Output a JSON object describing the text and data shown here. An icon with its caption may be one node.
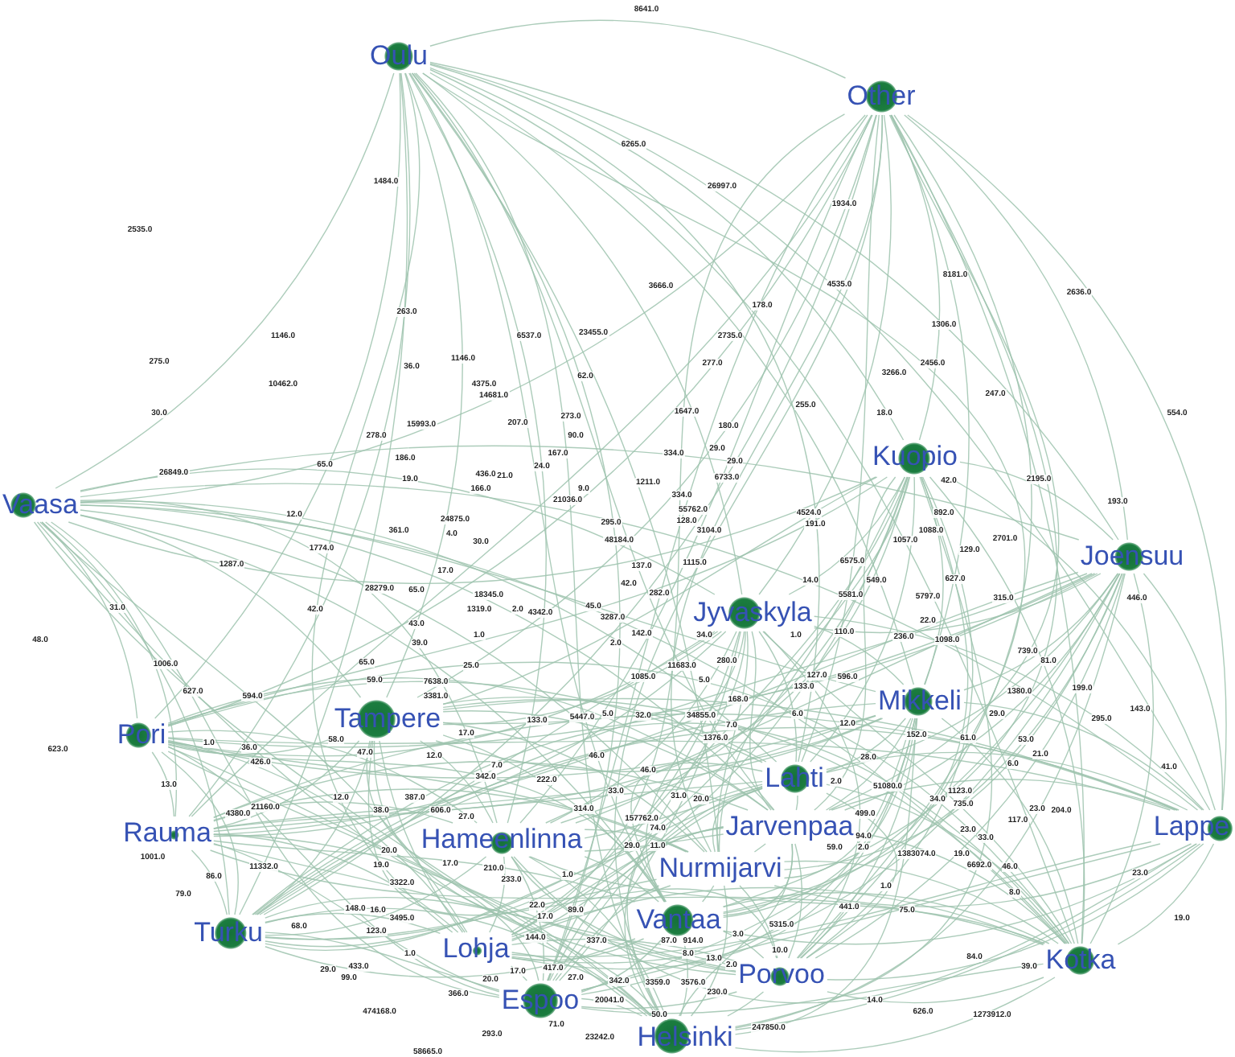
{
  "diagram": {
    "nodes": [
      {
        "text": [
          "Oulu"
        ]
      },
      {
        "text": [
          "Other"
        ]
      },
      {
        "text": [
          "Kuopio"
        ]
      },
      {
        "text": [
          "Vaasa"
        ]
      },
      {
        "text": [
          "Joensuu"
        ]
      },
      {
        "text": [
          "Jyvaskyla"
        ]
      },
      {
        "text": [
          "Mikkeli"
        ]
      },
      {
        "text": [
          "Tampere"
        ]
      },
      {
        "text": [
          "Pori"
        ]
      },
      {
        "text": [
          "Lahti"
        ]
      },
      {
        "text": [
          "Rauma"
        ]
      },
      {
        "text": [
          "Jarvenpaa"
        ]
      },
      {
        "text": [
          "Lappe"
        ]
      },
      {
        "text": [
          "Hameenlinna"
        ]
      },
      {
        "text": [
          "Nurmijarvi"
        ]
      },
      {
        "text": [
          "Vantaa"
        ]
      },
      {
        "text": [
          "Turku"
        ]
      },
      {
        "text": [
          "Lohja"
        ]
      },
      {
        "text": [
          "Kotka"
        ]
      },
      {
        "text": [
          "Porvoo"
        ]
      },
      {
        "text": [
          "Espoo"
        ]
      },
      {
        "text": [
          "Helsinki"
        ]
      }
    ],
    "edges": [
      {
        "from": 0,
        "to": 1,
        "arrow": "none"
      },
      {
        "from": 0,
        "to": 2,
        "arrow": "none"
      },
      {
        "from": 0,
        "to": 3,
        "arrow": "none"
      },
      {
        "from": 0,
        "to": 4,
        "arrow": "none"
      },
      {
        "from": 0,
        "to": 5,
        "arrow": "none"
      },
      {
        "from": 0,
        "to": 6,
        "arrow": "none"
      },
      {
        "from": 0,
        "to": 7,
        "arrow": "none"
      },
      {
        "from": 0,
        "to": 8,
        "arrow": "none"
      },
      {
        "from": 0,
        "to": 9,
        "arrow": "none"
      },
      {
        "from": 0,
        "to": 10,
        "arrow": "none"
      },
      {
        "from": 0,
        "to": 11,
        "arrow": "none"
      },
      {
        "from": 0,
        "to": 12,
        "arrow": "none"
      },
      {
        "from": 0,
        "to": 13,
        "arrow": "none"
      },
      {
        "from": 0,
        "to": 14,
        "arrow": "none"
      },
      {
        "from": 0,
        "to": 15,
        "arrow": "none"
      },
      {
        "from": 0,
        "to": 16,
        "arrow": "none"
      },
      {
        "from": 0,
        "to": 17,
        "arrow": "none"
      },
      {
        "from": 0,
        "to": 18,
        "arrow": "none"
      },
      {
        "from": 0,
        "to": 19,
        "arrow": "none"
      },
      {
        "from": 0,
        "to": 20,
        "arrow": "none"
      },
      {
        "from": 0,
        "to": 21,
        "arrow": "none"
      },
      {
        "from": 1,
        "to": 2,
        "arrow": "none"
      },
      {
        "from": 1,
        "to": 3,
        "arrow": "none"
      },
      {
        "from": 1,
        "to": 4,
        "arrow": "none"
      },
      {
        "from": 1,
        "to": 5,
        "arrow": "none"
      },
      {
        "from": 1,
        "to": 6,
        "arrow": "none"
      },
      {
        "from": 1,
        "to": 7,
        "arrow": "none"
      },
      {
        "from": 1,
        "to": 8,
        "arrow": "none"
      },
      {
        "from": 1,
        "to": 9,
        "arrow": "none"
      },
      {
        "from": 1,
        "to": 10,
        "arrow": "none"
      },
      {
        "from": 1,
        "to": 11,
        "arrow": "none"
      },
      {
        "from": 1,
        "to": 12,
        "arrow": "none"
      },
      {
        "from": 1,
        "to": 13,
        "arrow": "none"
      },
      {
        "from": 1,
        "to": 14,
        "arrow": "none"
      },
      {
        "from": 1,
        "to": 15,
        "arrow": "none"
      },
      {
        "from": 1,
        "to": 16,
        "arrow": "none"
      },
      {
        "from": 1,
        "to": 17,
        "arrow": "none"
      },
      {
        "from": 1,
        "to": 18,
        "arrow": "none"
      },
      {
        "from": 1,
        "to": 19,
        "arrow": "none"
      },
      {
        "from": 1,
        "to": 20,
        "arrow": "none"
      },
      {
        "from": 1,
        "to": 21,
        "arrow": "none"
      },
      {
        "from": 2,
        "to": 3,
        "arrow": "none"
      },
      {
        "from": 2,
        "to": 4,
        "arrow": "none"
      },
      {
        "from": 2,
        "to": 5,
        "arrow": "none"
      },
      {
        "from": 2,
        "to": 6,
        "arrow": "none"
      },
      {
        "from": 2,
        "to": 7,
        "arrow": "none"
      },
      {
        "from": 2,
        "to": 8,
        "arrow": "none"
      },
      {
        "from": 2,
        "to": 9,
        "arrow": "none"
      },
      {
        "from": 2,
        "to": 10,
        "arrow": "none"
      },
      {
        "from": 2,
        "to": 11,
        "arrow": "none"
      },
      {
        "from": 2,
        "to": 12,
        "arrow": "none"
      },
      {
        "from": 2,
        "to": 13,
        "arrow": "none"
      },
      {
        "from": 2,
        "to": 14,
        "arrow": "none"
      },
      {
        "from": 2,
        "to": 15,
        "arrow": "none"
      },
      {
        "from": 2,
        "to": 16,
        "arrow": "none"
      },
      {
        "from": 2,
        "to": 17,
        "arrow": "none"
      },
      {
        "from": 2,
        "to": 18,
        "arrow": "none"
      },
      {
        "from": 2,
        "to": 19,
        "arrow": "none"
      },
      {
        "from": 2,
        "to": 20,
        "arrow": "none"
      },
      {
        "from": 2,
        "to": 21,
        "arrow": "none"
      },
      {
        "from": 3,
        "to": 4,
        "arrow": "none"
      },
      {
        "from": 3,
        "to": 5,
        "arrow": "none"
      },
      {
        "from": 3,
        "to": 6,
        "arrow": "none"
      },
      {
        "from": 3,
        "to": 7,
        "arrow": "none"
      },
      {
        "from": 3,
        "to": 8,
        "arrow": "none"
      },
      {
        "from": 3,
        "to": 9,
        "arrow": "none"
      },
      {
        "from": 3,
        "to": 10,
        "arrow": "none"
      },
      {
        "from": 3,
        "to": 11,
        "arrow": "none"
      },
      {
        "from": 3,
        "to": 12,
        "arrow": "none"
      },
      {
        "from": 3,
        "to": 13,
        "arrow": "none"
      },
      {
        "from": 3,
        "to": 14,
        "arrow": "none"
      },
      {
        "from": 3,
        "to": 15,
        "arrow": "none"
      },
      {
        "from": 3,
        "to": 16,
        "arrow": "none"
      },
      {
        "from": 3,
        "to": 17,
        "arrow": "none"
      },
      {
        "from": 3,
        "to": 18,
        "arrow": "none"
      },
      {
        "from": 3,
        "to": 19,
        "arrow": "none"
      },
      {
        "from": 3,
        "to": 20,
        "arrow": "none"
      },
      {
        "from": 3,
        "to": 21,
        "arrow": "none"
      },
      {
        "from": 4,
        "to": 5,
        "arrow": "none"
      },
      {
        "from": 4,
        "to": 6,
        "arrow": "none"
      },
      {
        "from": 4,
        "to": 7,
        "arrow": "none"
      },
      {
        "from": 4,
        "to": 8,
        "arrow": "none"
      },
      {
        "from": 4,
        "to": 9,
        "arrow": "none"
      },
      {
        "from": 4,
        "to": 10,
        "arrow": "none"
      },
      {
        "from": 4,
        "to": 11,
        "arrow": "none"
      },
      {
        "from": 4,
        "to": 12,
        "arrow": "none"
      },
      {
        "from": 4,
        "to": 13,
        "arrow": "none"
      },
      {
        "from": 4,
        "to": 14,
        "arrow": "none"
      },
      {
        "from": 4,
        "to": 15,
        "arrow": "none"
      },
      {
        "from": 4,
        "to": 16,
        "arrow": "none"
      },
      {
        "from": 4,
        "to": 17,
        "arrow": "none"
      },
      {
        "from": 4,
        "to": 18,
        "arrow": "none"
      },
      {
        "from": 4,
        "to": 19,
        "arrow": "none"
      },
      {
        "from": 4,
        "to": 20,
        "arrow": "none"
      },
      {
        "from": 4,
        "to": 21,
        "arrow": "none"
      },
      {
        "from": 5,
        "to": 6,
        "arrow": "none"
      },
      {
        "from": 5,
        "to": 7,
        "arrow": "none"
      },
      {
        "from": 5,
        "to": 8,
        "arrow": "none"
      },
      {
        "from": 5,
        "to": 9,
        "arrow": "none"
      },
      {
        "from": 5,
        "to": 10,
        "arrow": "none"
      },
      {
        "from": 5,
        "to": 11,
        "arrow": "none"
      },
      {
        "from": 5,
        "to": 12,
        "arrow": "none"
      },
      {
        "from": 5,
        "to": 13,
        "arrow": "none"
      },
      {
        "from": 5,
        "to": 14,
        "arrow": "none"
      },
      {
        "from": 5,
        "to": 15,
        "arrow": "none"
      },
      {
        "from": 5,
        "to": 16,
        "arrow": "none"
      },
      {
        "from": 5,
        "to": 17,
        "arrow": "none"
      },
      {
        "from": 5,
        "to": 18,
        "arrow": "none"
      },
      {
        "from": 5,
        "to": 19,
        "arrow": "none"
      },
      {
        "from": 5,
        "to": 20,
        "arrow": "none"
      },
      {
        "from": 5,
        "to": 21,
        "arrow": "none"
      },
      {
        "from": 6,
        "to": 7,
        "arrow": "none"
      },
      {
        "from": 6,
        "to": 8,
        "arrow": "none"
      },
      {
        "from": 6,
        "to": 9,
        "arrow": "none"
      },
      {
        "from": 6,
        "to": 10,
        "arrow": "none"
      },
      {
        "from": 6,
        "to": 11,
        "arrow": "none"
      },
      {
        "from": 6,
        "to": 12,
        "arrow": "none"
      },
      {
        "from": 6,
        "to": 13,
        "arrow": "none"
      },
      {
        "from": 6,
        "to": 14,
        "arrow": "none"
      },
      {
        "from": 6,
        "to": 15,
        "arrow": "none"
      },
      {
        "from": 6,
        "to": 16,
        "arrow": "none"
      },
      {
        "from": 6,
        "to": 17,
        "arrow": "none"
      },
      {
        "from": 6,
        "to": 18,
        "arrow": "none"
      },
      {
        "from": 6,
        "to": 19,
        "arrow": "none"
      },
      {
        "from": 6,
        "to": 20,
        "arrow": "none"
      },
      {
        "from": 6,
        "to": 21,
        "arrow": "none"
      },
      {
        "from": 7,
        "to": 8,
        "arrow": "none"
      },
      {
        "from": 7,
        "to": 9,
        "arrow": "none"
      },
      {
        "from": 7,
        "to": 10,
        "arrow": "none"
      },
      {
        "from": 7,
        "to": 11,
        "arrow": "none"
      },
      {
        "from": 7,
        "to": 12,
        "arrow": "none"
      },
      {
        "from": 7,
        "to": 13,
        "arrow": "none"
      },
      {
        "from": 7,
        "to": 14,
        "arrow": "none"
      },
      {
        "from": 7,
        "to": 15,
        "arrow": "none"
      },
      {
        "from": 7,
        "to": 16,
        "arrow": "none"
      },
      {
        "from": 7,
        "to": 17,
        "arrow": "none"
      },
      {
        "from": 7,
        "to": 18,
        "arrow": "none"
      },
      {
        "from": 7,
        "to": 19,
        "arrow": "none"
      },
      {
        "from": 7,
        "to": 20,
        "arrow": "none"
      },
      {
        "from": 7,
        "to": 21,
        "arrow": "none"
      },
      {
        "from": 8,
        "to": 9,
        "arrow": "none"
      },
      {
        "from": 8,
        "to": 10,
        "arrow": "none"
      },
      {
        "from": 8,
        "to": 11,
        "arrow": "none"
      },
      {
        "from": 8,
        "to": 12,
        "arrow": "none"
      },
      {
        "from": 8,
        "to": 13,
        "arrow": "none"
      },
      {
        "from": 8,
        "to": 14,
        "arrow": "none"
      },
      {
        "from": 8,
        "to": 15,
        "arrow": "none"
      },
      {
        "from": 8,
        "to": 16,
        "arrow": "none"
      },
      {
        "from": 8,
        "to": 17,
        "arrow": "none"
      },
      {
        "from": 8,
        "to": 18,
        "arrow": "none"
      },
      {
        "from": 8,
        "to": 19,
        "arrow": "none"
      },
      {
        "from": 8,
        "to": 20,
        "arrow": "none"
      },
      {
        "from": 8,
        "to": 21,
        "arrow": "none"
      },
      {
        "from": 9,
        "to": 10,
        "arrow": "none"
      },
      {
        "from": 9,
        "to": 11,
        "arrow": "none"
      },
      {
        "from": 9,
        "to": 12,
        "arrow": "none"
      },
      {
        "from": 9,
        "to": 13,
        "arrow": "none"
      },
      {
        "from": 9,
        "to": 14,
        "arrow": "none"
      },
      {
        "from": 9,
        "to": 15,
        "arrow": "none"
      },
      {
        "from": 9,
        "to": 16,
        "arrow": "none"
      },
      {
        "from": 9,
        "to": 17,
        "arrow": "none"
      },
      {
        "from": 9,
        "to": 18,
        "arrow": "none"
      },
      {
        "from": 9,
        "to": 19,
        "arrow": "none"
      },
      {
        "from": 9,
        "to": 20,
        "arrow": "none"
      },
      {
        "from": 9,
        "to": 21,
        "arrow": "none"
      },
      {
        "from": 10,
        "to": 11,
        "arrow": "none"
      },
      {
        "from": 10,
        "to": 12,
        "arrow": "none"
      },
      {
        "from": 10,
        "to": 13,
        "arrow": "none"
      },
      {
        "from": 10,
        "to": 14,
        "arrow": "none"
      },
      {
        "from": 10,
        "to": 15,
        "arrow": "none"
      },
      {
        "from": 10,
        "to": 16,
        "arrow": "none"
      },
      {
        "from": 10,
        "to": 17,
        "arrow": "none"
      },
      {
        "from": 10,
        "to": 18,
        "arrow": "none"
      },
      {
        "from": 10,
        "to": 19,
        "arrow": "none"
      },
      {
        "from": 10,
        "to": 20,
        "arrow": "none"
      },
      {
        "from": 10,
        "to": 21,
        "arrow": "none"
      },
      {
        "from": 11,
        "to": 12,
        "arrow": "none"
      },
      {
        "from": 11,
        "to": 13,
        "arrow": "none"
      },
      {
        "from": 11,
        "to": 14,
        "arrow": "none"
      },
      {
        "from": 11,
        "to": 15,
        "arrow": "none"
      },
      {
        "from": 11,
        "to": 16,
        "arrow": "none"
      },
      {
        "from": 11,
        "to": 17,
        "arrow": "none"
      },
      {
        "from": 11,
        "to": 18,
        "arrow": "none"
      },
      {
        "from": 11,
        "to": 19,
        "arrow": "none"
      },
      {
        "from": 11,
        "to": 20,
        "arrow": "none"
      },
      {
        "from": 11,
        "to": 21,
        "arrow": "none"
      },
      {
        "from": 12,
        "to": 13,
        "arrow": "none"
      },
      {
        "from": 12,
        "to": 14,
        "arrow": "none"
      },
      {
        "from": 12,
        "to": 15,
        "arrow": "none"
      },
      {
        "from": 12,
        "to": 16,
        "arrow": "none"
      },
      {
        "from": 12,
        "to": 17,
        "arrow": "none"
      },
      {
        "from": 12,
        "to": 18,
        "arrow": "none"
      },
      {
        "from": 12,
        "to": 19,
        "arrow": "none"
      },
      {
        "from": 12,
        "to": 20,
        "arrow": "none"
      },
      {
        "from": 12,
        "to": 21,
        "arrow": "none"
      },
      {
        "from": 13,
        "to": 14,
        "arrow": "none"
      },
      {
        "from": 13,
        "to": 15,
        "arrow": "none"
      },
      {
        "from": 13,
        "to": 16,
        "arrow": "none"
      },
      {
        "from": 13,
        "to": 17,
        "arrow": "none"
      },
      {
        "from": 13,
        "to": 18,
        "arrow": "none"
      },
      {
        "from": 13,
        "to": 19,
        "arrow": "none"
      },
      {
        "from": 13,
        "to": 20,
        "arrow": "none"
      },
      {
        "from": 13,
        "to": 21,
        "arrow": "none"
      },
      {
        "from": 14,
        "to": 15,
        "arrow": "none"
      },
      {
        "from": 14,
        "to": 16,
        "arrow": "none"
      },
      {
        "from": 14,
        "to": 17,
        "arrow": "none"
      },
      {
        "from": 14,
        "to": 18,
        "arrow": "none"
      },
      {
        "from": 14,
        "to": 19,
        "arrow": "none"
      },
      {
        "from": 14,
        "to": 20,
        "arrow": "none"
      },
      {
        "from": 14,
        "to": 21,
        "arrow": "none"
      },
      {
        "from": 15,
        "to": 16,
        "arrow": "none"
      },
      {
        "from": 15,
        "to": 17,
        "arrow": "none"
      },
      {
        "from": 15,
        "to": 18,
        "arrow": "none"
      },
      {
        "from": 15,
        "to": 19,
        "arrow": "none"
      },
      {
        "from": 15,
        "to": 20,
        "arrow": "none"
      },
      {
        "from": 15,
        "to": 21,
        "arrow": "none"
      },
      {
        "from": 16,
        "to": 17,
        "arrow": "none"
      },
      {
        "from": 16,
        "to": 18,
        "arrow": "none"
      },
      {
        "from": 16,
        "to": 19,
        "arrow": "none"
      },
      {
        "from": 16,
        "to": 20,
        "arrow": "none"
      },
      {
        "from": 16,
        "to": 21,
        "arrow": "none"
      },
      {
        "from": 17,
        "to": 18,
        "arrow": "none"
      },
      {
        "from": 17,
        "to": 19,
        "arrow": "none"
      },
      {
        "from": 17,
        "to": 20,
        "arrow": "none"
      },
      {
        "from": 17,
        "to": 21,
        "arrow": "none"
      },
      {
        "from": 18,
        "to": 19,
        "arrow": "none"
      },
      {
        "from": 18,
        "to": 20,
        "arrow": "none"
      },
      {
        "from": 18,
        "to": 21,
        "arrow": "none"
      },
      {
        "from": 19,
        "to": 20,
        "arrow": "none"
      },
      {
        "from": 19,
        "to": 21,
        "arrow": "none"
      },
      {
        "from": 20,
        "to": 21,
        "arrow": "none"
      }
    ],
    "labels": [
      "8641.0",
      "6265.0",
      "1484.0",
      "26997.0",
      "1934.0",
      "2535.0",
      "8181.0",
      "4535.0",
      "3666.0",
      "2636.0",
      "178.0",
      "263.0",
      "1306.0",
      "23455.0",
      "1146.0",
      "6537.0",
      "2735.0",
      "1146.0",
      "275.0",
      "2456.0",
      "277.0",
      "36.0",
      "3266.0",
      "62.0",
      "10462.0",
      "4375.0",
      "14681.0",
      "247.0",
      "255.0",
      "1647.0",
      "30.0",
      "18.0",
      "554.0",
      "273.0",
      "207.0",
      "15993.0",
      "180.0",
      "278.0",
      "90.0",
      "29.0",
      "167.0",
      "334.0",
      "186.0",
      "29.0",
      "65.0",
      "24.0",
      "26849.0",
      "436.0",
      "21.0",
      "6733.0",
      "19.0",
      "2195.0",
      "42.0",
      "1211.0",
      "9.0",
      "166.0",
      "334.0",
      "21036.0",
      "193.0",
      "55762.0",
      "4524.0",
      "892.0",
      "12.0",
      "24875.0",
      "128.0",
      "295.0",
      "191.0",
      "361.0",
      "3104.0",
      "1088.0",
      "4.0",
      "2701.0",
      "48184.0",
      "1057.0",
      "30.0",
      "1774.0",
      "129.0",
      "6575.0",
      "1115.0",
      "1287.0",
      "137.0",
      "17.0",
      "627.0",
      "549.0",
      "14.0",
      "42.0",
      "28279.0",
      "65.0",
      "282.0",
      "5581.0",
      "18345.0",
      "5797.0",
      "315.0",
      "446.0",
      "45.0",
      "31.0",
      "42.0",
      "1319.0",
      "2.0",
      "4342.0",
      "3287.0",
      "22.0",
      "43.0",
      "110.0",
      "142.0",
      "1.0",
      "1.0",
      "34.0",
      "236.0",
      "48.0",
      "1098.0",
      "39.0",
      "2.0",
      "739.0",
      "280.0",
      "81.0",
      "65.0",
      "1006.0",
      "25.0",
      "11683.0",
      "1085.0",
      "596.0",
      "5.0",
      "59.0",
      "7638.0",
      "127.0",
      "133.0",
      "199.0",
      "627.0",
      "1380.0",
      "594.0",
      "3381.0",
      "168.0",
      "143.0",
      "6.0",
      "29.0",
      "32.0",
      "34855.0",
      "5447.0",
      "5.0",
      "295.0",
      "133.0",
      "12.0",
      "7.0",
      "17.0",
      "152.0",
      "61.0",
      "1376.0",
      "53.0",
      "58.0",
      "1.0",
      "36.0",
      "623.0",
      "47.0",
      "21.0",
      "12.0",
      "46.0",
      "28.0",
      "426.0",
      "222.0",
      "6.0",
      "7.0",
      "41.0",
      "46.0",
      "342.0",
      "2.0",
      "13.0",
      "51080.0",
      "1123.0",
      "33.0",
      "31.0",
      "12.0",
      "34.0",
      "20.0",
      "735.0",
      "21160.0",
      "314.0",
      "23.0",
      "38.0",
      "387.0",
      "204.0",
      "606.0",
      "499.0",
      "4380.0",
      "27.0",
      "157762.0",
      "117.0",
      "74.0",
      "23.0",
      "94.0",
      "33.0",
      "59.0",
      "2.0",
      "29.0",
      "11.0",
      "20.0",
      "1001.0",
      "1383074.0",
      "19.0",
      "17.0",
      "19.0",
      "210.0",
      "6692.0",
      "11332.0",
      "46.0",
      "23.0",
      "1.0",
      "233.0",
      "86.0",
      "3322.0",
      "1.0",
      "8.0",
      "79.0",
      "22.0",
      "441.0",
      "148.0",
      "16.0",
      "89.0",
      "75.0",
      "17.0",
      "3495.0",
      "19.0",
      "5315.0",
      "68.0",
      "123.0",
      "3.0",
      "144.0",
      "337.0",
      "87.0",
      "914.0",
      "10.0",
      "8.0",
      "1.0",
      "84.0",
      "13.0",
      "2.0",
      "433.0",
      "39.0",
      "417.0",
      "17.0",
      "29.0",
      "99.0",
      "20.0",
      "27.0",
      "342.0",
      "3359.0",
      "3576.0",
      "230.0",
      "366.0",
      "20041.0",
      "14.0",
      "474168.0",
      "626.0",
      "1273912.0",
      "50.0",
      "71.0",
      "247850.0",
      "293.0",
      "23242.0",
      "58665.0"
    ]
  }
}
